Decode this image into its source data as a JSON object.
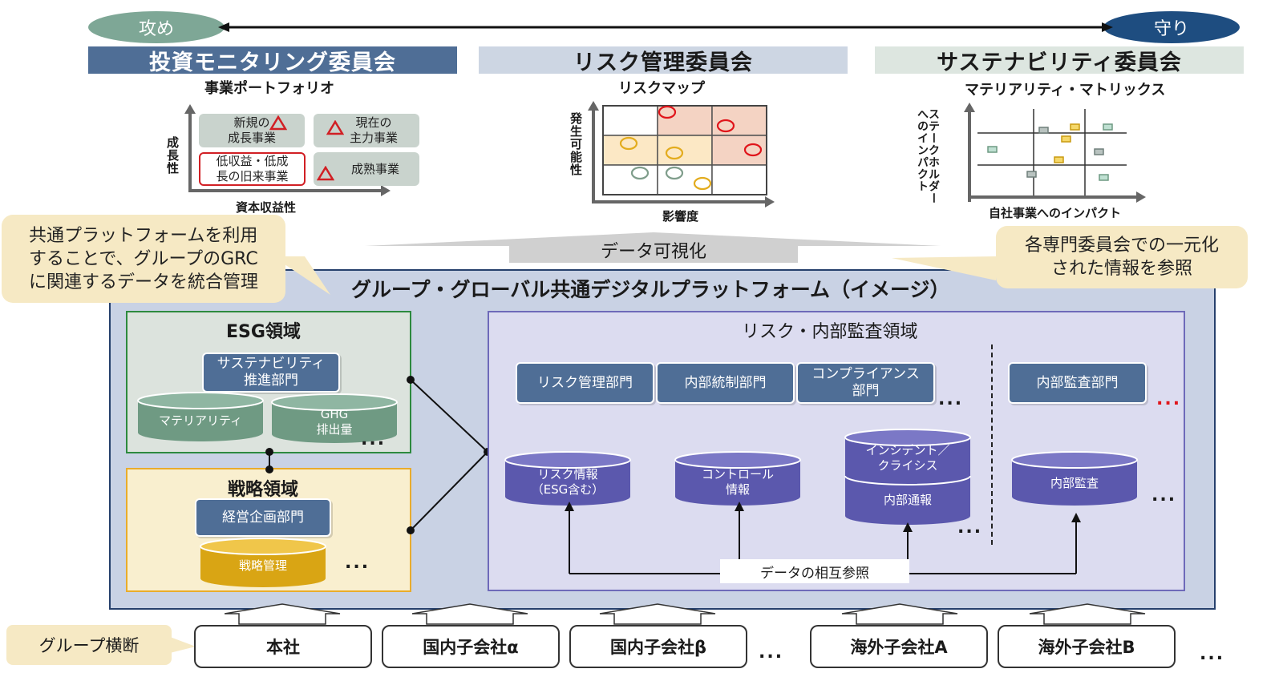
{
  "spectrum": {
    "left_label": "攻め",
    "right_label": "守り",
    "left_color": "#7ea796",
    "right_color": "#1e4d80"
  },
  "committees": [
    {
      "title": "投資モニタリング委員会",
      "subtitle": "事業ポートフォリオ",
      "head_bg": "#4f6e96",
      "head_fg": "#ffffff"
    },
    {
      "title": "リスク管理委員会",
      "subtitle": "リスクマップ",
      "head_bg": "#cdd6e3",
      "head_fg": "#1a1a1a"
    },
    {
      "title": "サステナビリティ委員会",
      "subtitle": "マテリアリティ・マトリックス",
      "head_bg": "#dde6e0",
      "head_fg": "#1a1a1a"
    }
  ],
  "portfolio": {
    "y_label": "成長性",
    "x_label": "資本収益性",
    "cells": {
      "new_growth": "新規の\n成長事業",
      "current_core": "現在の\n主力事業",
      "low_profit": "低収益・低成\n長の旧来事業",
      "mature": "成熟事業"
    }
  },
  "riskmap": {
    "y_label": "発生可能性",
    "x_label": "影響度",
    "cell_colors": [
      "#ffffff",
      "#f4d3c3",
      "#f4d3c3",
      "#fce8c5",
      "#fce8c5",
      "#f4d3c3",
      "#ffffff",
      "#ffffff",
      "#ffffff"
    ]
  },
  "materiality": {
    "y_label": "ステークホルダーへのインパクト",
    "x_label": "自社事業へのインパクト"
  },
  "callouts": {
    "left": "共通プラットフォームを利用\nすることで、グループのGRC\nに関連するデータを統合管理",
    "right": "各専門委員会での一元化\nされた情報を参照"
  },
  "visualize_label": "データ可視化",
  "platform": {
    "title": "グループ・グローバル共通デジタルプラットフォーム（イメージ）",
    "esg": {
      "title": "ESG領域",
      "dept": "サステナビリティ\n推進部門",
      "db1": "マテリアリティ",
      "db2": "GHG\n排出量"
    },
    "strategy": {
      "title": "戦略領域",
      "dept": "経営企画部門",
      "db": "戦略管理"
    },
    "risk": {
      "title": "リスク・内部監査領域",
      "depts": [
        "リスク管理部門",
        "内部統制部門",
        "コンプライアンス\n部門",
        "内部監査部門"
      ],
      "db_risk": "リスク情報\n（ESG含む）",
      "db_control": "コントロール\n情報",
      "db_incident_top": "インシデント／\nクライシス",
      "db_incident_bottom": "内部通報",
      "db_audit": "内部監査",
      "mutual": "データの相互参照"
    },
    "ellipsis": "..."
  },
  "entities": [
    "本社",
    "国内子会社α",
    "国内子会社β",
    "海外子会社A",
    "海外子会社B"
  ],
  "group_label": "グループ横断",
  "colors": {
    "platform_bg": "#c9d2e4",
    "esg_border": "#2d8a3f",
    "strategy_border": "#e9ac2b",
    "risk_border": "#6e6ab9",
    "dept_bg": "#4f6e96",
    "cyl_green": "#6f9a83",
    "cyl_gold": "#d9a514",
    "cyl_purple": "#5b58ad"
  }
}
